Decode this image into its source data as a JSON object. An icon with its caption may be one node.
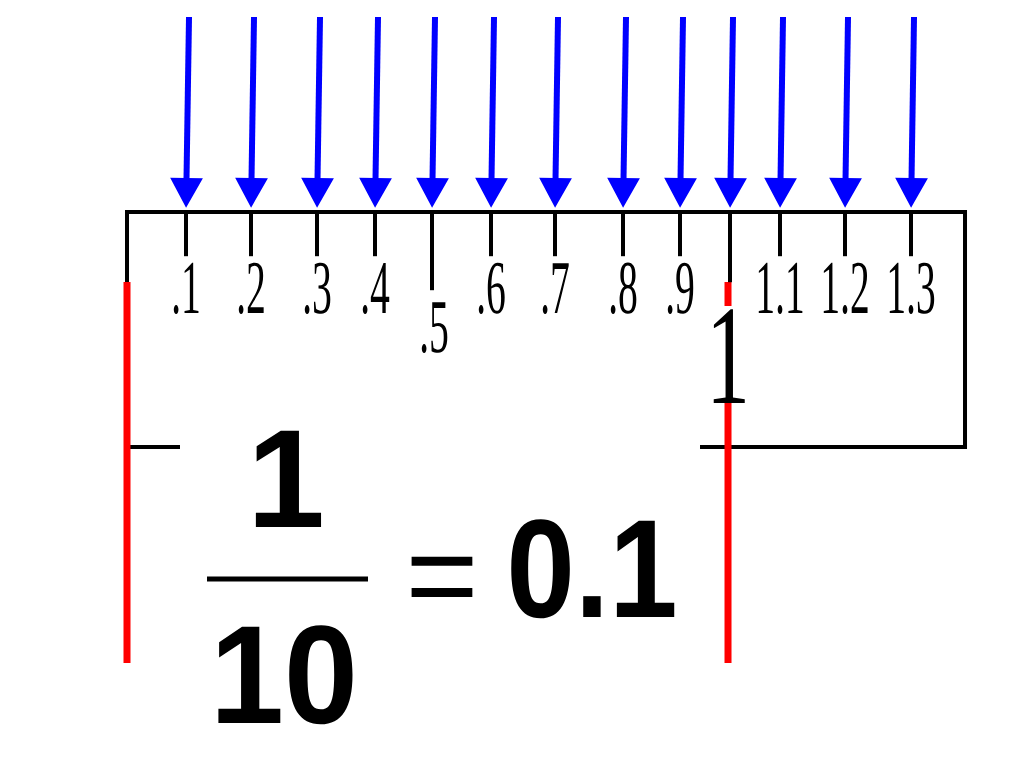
{
  "diagram": {
    "nodes": [
      {
        "text": [],
        "shape": "bar",
        "beside": [
          ".1"
        ]
      },
      {
        "text": [],
        "shape": "bar",
        "beside": [
          ".2"
        ]
      },
      {
        "text": [],
        "shape": "bar",
        "beside": [
          ".3"
        ]
      },
      {
        "text": [],
        "shape": "bar",
        "beside": [
          ".4"
        ]
      },
      {
        "text": [],
        "shape": "bar",
        "beside": [
          ".5"
        ]
      },
      {
        "text": [],
        "shape": "bar",
        "beside": [
          ".6"
        ]
      },
      {
        "text": [],
        "shape": "bar",
        "beside": [
          ".7"
        ]
      },
      {
        "text": [],
        "shape": "bar",
        "beside": [
          ".8"
        ]
      },
      {
        "text": [],
        "shape": "bar",
        "beside": [
          ".9"
        ]
      },
      {
        "text": [],
        "shape": "bar",
        "beside": [
          "1"
        ]
      },
      {
        "text": [],
        "shape": "bar",
        "beside": [
          "1.1"
        ]
      },
      {
        "text": [],
        "shape": "bar",
        "beside": [
          "1.2"
        ]
      },
      {
        "text": [],
        "shape": "bar",
        "beside": [
          "1.3"
        ]
      }
    ],
    "edges": [
      {
        "from": null,
        "to": 0,
        "arrow": "to"
      },
      {
        "from": null,
        "to": 1,
        "arrow": "to"
      },
      {
        "from": null,
        "to": 2,
        "arrow": "to"
      },
      {
        "from": null,
        "to": 3,
        "arrow": "to"
      },
      {
        "from": null,
        "to": 4,
        "arrow": "to"
      },
      {
        "from": null,
        "to": 5,
        "arrow": "to"
      },
      {
        "from": null,
        "to": 6,
        "arrow": "to"
      },
      {
        "from": null,
        "to": 7,
        "arrow": "to"
      },
      {
        "from": null,
        "to": 8,
        "arrow": "to"
      },
      {
        "from": null,
        "to": 9,
        "arrow": "to"
      },
      {
        "from": null,
        "to": 10,
        "arrow": "to"
      },
      {
        "from": null,
        "to": 11,
        "arrow": "to"
      },
      {
        "from": null,
        "to": 12,
        "arrow": "to"
      }
    ],
    "labels": [
      "1",
      "10",
      "=",
      "0.1"
    ]
  }
}
